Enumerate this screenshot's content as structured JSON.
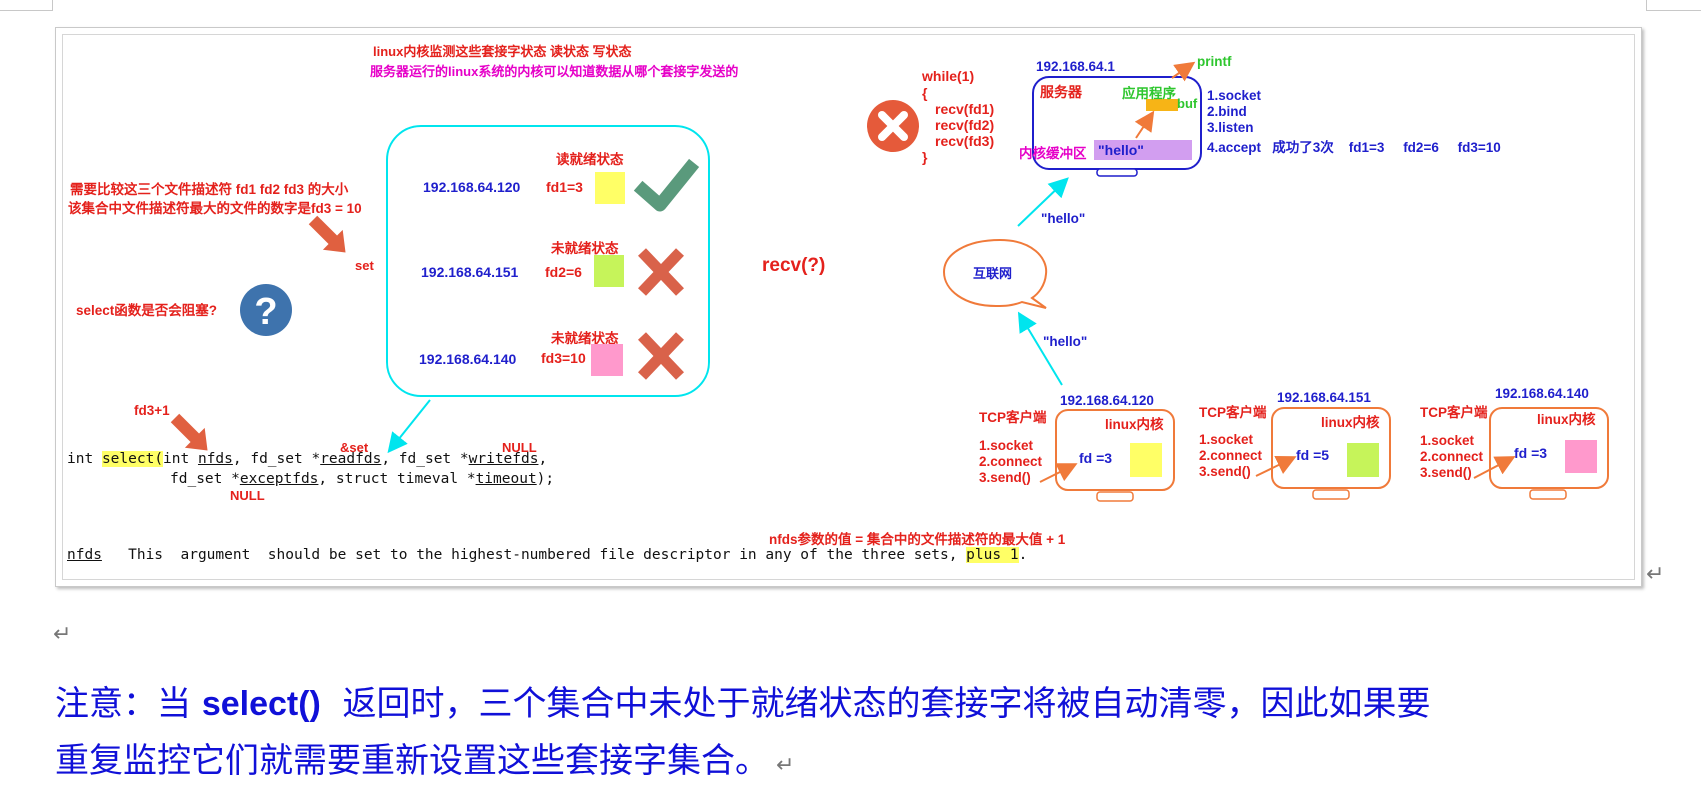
{
  "header": {
    "title1": "linux内核监测这些套接字状态  读状态  写状态",
    "title2": "服务器运行的linux系统的内核可以知道数据从哪个套接字发送的"
  },
  "left": {
    "note1": "需要比较这三个文件描述符 fd1  fd2  fd3  的大小",
    "note2": "该集合中文件描述符最大的文件的数字是fd3 = 10",
    "set_label": "set",
    "question": "select函数是否会阻塞?",
    "fd3plus1": "fd3+1"
  },
  "fdset": {
    "rows": [
      {
        "status": "读就绪状态",
        "ip": "192.168.64.120",
        "fd": "fd1=3",
        "color": "#ffff66",
        "mark": "check"
      },
      {
        "status": "未就绪状态",
        "ip": "192.168.64.151",
        "fd": "fd2=6",
        "color": "#c6f45a",
        "mark": "cross"
      },
      {
        "status": "未就绪状态",
        "ip": "192.168.64.140",
        "fd": "fd3=10",
        "color": "#ff99cc",
        "mark": "cross"
      }
    ]
  },
  "code": {
    "kw_int": "int",
    "fn": "select(",
    "p1_type": "int ",
    "p1": "nfds",
    "p2_type": ", fd_set *",
    "p2": "readfds",
    "p3_type": ", fd_set *",
    "p3": "writefds",
    "p3_end": ",",
    "p4_type": "fd_set *",
    "p4": "exceptfds",
    "p5_type": ", struct timeval *",
    "p5": "timeout",
    "p5_end": ");",
    "amp_set": "&set",
    "null1": "NULL",
    "null2": "NULL"
  },
  "nfds_desc": {
    "cn": "nfds参数的值 = 集合中的文件描述符的最大值 + 1",
    "term": "nfds",
    "text": "   This  argument  should be set to the highest-numbered file descriptor in any of the three sets, ",
    "highlight": "plus 1",
    "end": "."
  },
  "recv_q": "recv(?)",
  "loop": {
    "l1": "while(1)",
    "l2": "{",
    "l3": "recv(fd1)",
    "l4": "recv(fd2)",
    "l5": "recv(fd3)",
    "l6": "}"
  },
  "server": {
    "ip": "192.168.64.1",
    "label": "服务器",
    "app": "应用程序",
    "buf": "buf",
    "printf": "printf",
    "kernel_buf": "内核缓冲区",
    "hello": "\"hello\"",
    "steps": [
      "1.socket",
      "2.bind",
      "3.listen",
      "4.accept   成功了3次    fd1=3     fd2=6     fd3=10"
    ]
  },
  "net": {
    "cloud": "互联网",
    "hello_up": "\"hello\"",
    "hello_low": "\"hello\""
  },
  "clients": [
    {
      "label": "TCP客户端",
      "ip": "192.168.64.120",
      "kernel": "linux内核",
      "fd": "fd =3",
      "color": "#ffff66",
      "steps": [
        "1.socket",
        "2.connect",
        "3.send()"
      ]
    },
    {
      "label": "TCP客户端",
      "ip": "192.168.64.151",
      "kernel": "linux内核",
      "fd": "fd =5",
      "color": "#c6f45a",
      "steps": [
        "1.socket",
        "2.connect",
        "3.send()"
      ]
    },
    {
      "label": "TCP客户端",
      "ip": "192.168.64.140",
      "kernel": "linux内核",
      "fd": "fd =3",
      "color": "#ff99cc",
      "steps": [
        "1.socket",
        "2.connect",
        "3.send()"
      ]
    }
  ],
  "note": {
    "p1a": "注意：当 ",
    "p1b": "select()",
    "p1c": "  返回时，三个集合中未处于就绪状态的套接字将被自动清零，因此如果要",
    "p2": "重复监控它们就需要重新设置这些套接字集合。"
  },
  "colors": {
    "red": "#e4211c",
    "blue": "#1f1fcc",
    "magenta": "#e600c8",
    "green": "#2ec62e",
    "cyan": "#00e5ee",
    "orange": "#f07a3a",
    "note_blue": "#1010d8"
  }
}
